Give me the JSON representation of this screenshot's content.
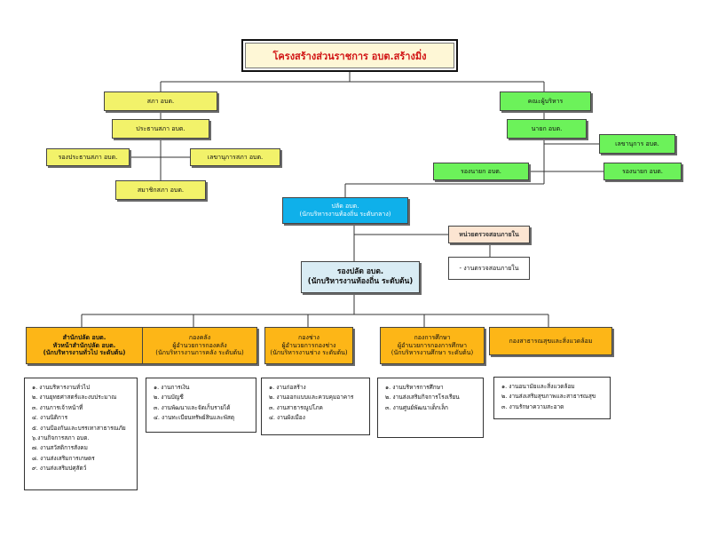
{
  "title": "โครงสร้างส่วนราชการ  อบต.สร้างมิ่ง",
  "council": {
    "sapha": "สภา อบต.",
    "prathan": "ประธานสภา อบต.",
    "rong_prathan": "รองประธานสภา อบต.",
    "lekhanukan": "เลขานุการสภา อบต.",
    "samachik": "สมาชิกสภา อบต."
  },
  "executive": {
    "khana": "คณะผู้บริหาร",
    "nayok": "นายก อบต.",
    "lekhanukan": "เลขานุการ อบต.",
    "rong_nayok_1": "รองนายก อบต.",
    "rong_nayok_2": "รองนายก อบต."
  },
  "palad": {
    "line1": "ปลัด อบต.",
    "line2": "(นักบริหารงานท้องถิ่น ระดับกลาง)"
  },
  "audit": {
    "title": "หน่วยตรวจสอบภายใน",
    "item": "- งานตรวจสอบภายใน"
  },
  "rong_palad": {
    "line1": "รองปลัด อบต.",
    "line2": "(นักบริหารงานท้องถิ่น ระดับต้น)"
  },
  "departments": [
    {
      "line1": "สำนักปลัด อบต.",
      "line2": "หัวหน้าสำนักปลัด อบต.",
      "line3": "(นักบริหารงานทั่วไป ระดับต้น)",
      "items": [
        "๑. งานบริหารงานทั่วไป",
        "๒. งานยุทธศาสตร์และงบประมาณ",
        "๓. งานการเจ้าหน้าที่",
        "๔. งานนิติการ",
        "๕. งานป้องกันและบรรเทาสาธารณภัย",
        "๖.งานกิจการสภา อบต.",
        "๗. งานสวัสดิการสังคม",
        "๘. งานส่งเสริมการเกษตร",
        "๙. งานส่งเสริมปศุสัตว์"
      ]
    },
    {
      "line1": "กองคลัง",
      "line2": "ผู้อำนวยการกองคลัง",
      "line3": "(นักบริหารงานการคลัง ระดับต้น)",
      "items": [
        "๑. งานการเงิน",
        "๒. งานบัญชี",
        "๓. งานพัฒนาและจัดเก็บรายได้",
        "๔. งานทะเบียนทรัพย์สินและพัสดุ"
      ]
    },
    {
      "line1": "กองช่าง",
      "line2": "ผู้อำนวยการกองช่าง",
      "line3": "(นักบริหารงานช่าง ระดับต้น)",
      "items": [
        "๑. งานก่อสร้าง",
        "๒. งานออกแบบและควบคุมอาคาร",
        "๓. งานสาธารณูปโภค",
        "๔. งานผังเมือง"
      ]
    },
    {
      "line1": "กองการศึกษา",
      "line2": "ผู้อำนวยการกองการศึกษา",
      "line3": "(นักบริหารงานศึกษา ระดับต้น)",
      "items": [
        "๑. งานบริหารการศึกษา",
        "๒. งานส่งเสริมกิจการโรงเรียน",
        "๓. งานศูนย์พัฒนาเด็กเล็ก"
      ]
    },
    {
      "line1": "กองสาธารณสุขและสิ่งแวดล้อม",
      "line2": "",
      "line3": "",
      "items": [
        "๑. งานอนามัยและสิ่งแวดล้อม",
        "๒. งานส่งเสริมสุขภาพและสาธารณสุข",
        "๓. งานรักษาความสะอาด"
      ]
    }
  ],
  "colors": {
    "yellow": "#f2f26a",
    "green": "#6cf25a",
    "blue": "#0fb0ea",
    "light_blue": "#d9ecf4",
    "peach": "#fce5d2",
    "orange": "#fdb617",
    "title_red": "#d11414"
  }
}
